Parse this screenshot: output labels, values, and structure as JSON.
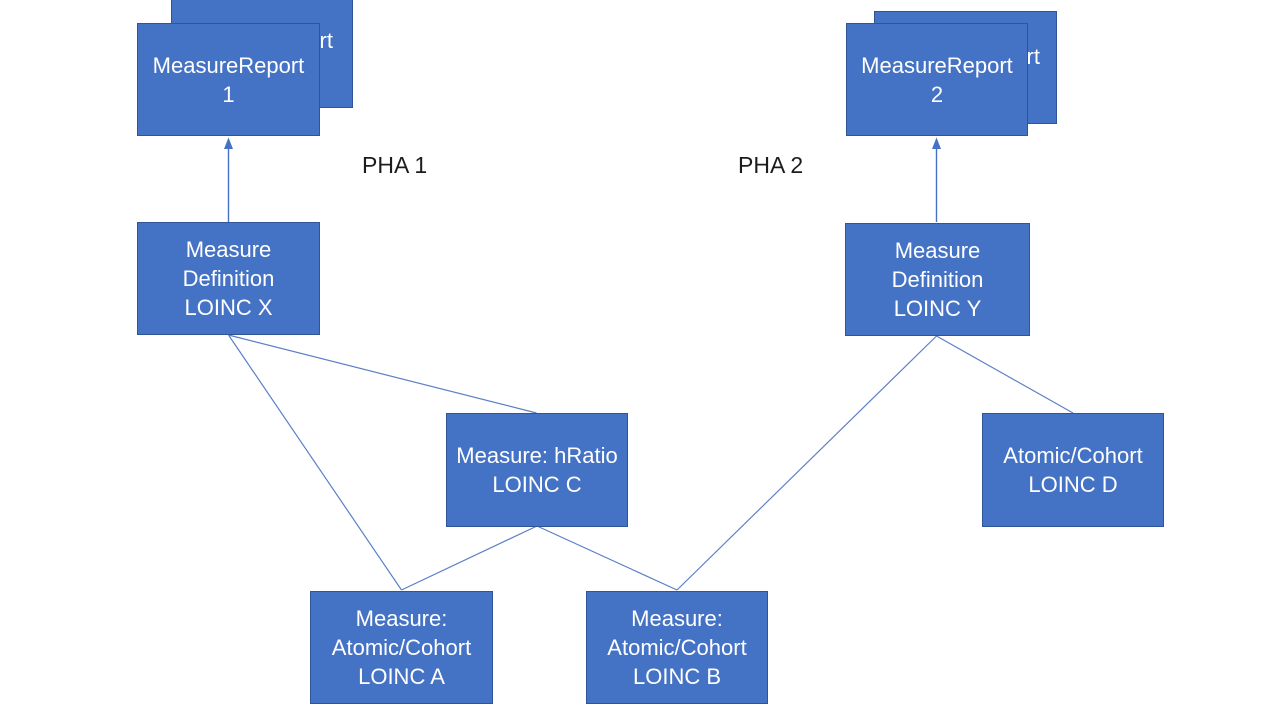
{
  "colors": {
    "background": "#ffffff",
    "box_fill": "#4472c4",
    "box_border": "#2f5597",
    "box_text": "#ffffff",
    "connector": "#5b7fc7",
    "arrow": "#4472c4",
    "label_text": "#1c1c1c"
  },
  "labels": {
    "pha1": "PHA 1",
    "pha2": "PHA 2"
  },
  "nodes": {
    "mr1_back": {
      "lines": [
        "MeasureReport"
      ]
    },
    "mr1": {
      "lines": [
        "MeasureReport",
        "1"
      ]
    },
    "mr2_back": {
      "lines": [
        "MeasureReport"
      ]
    },
    "mr2": {
      "lines": [
        "MeasureReport",
        "2"
      ]
    },
    "mdx": {
      "lines": [
        "Measure",
        "Definition",
        "LOINC X"
      ]
    },
    "mdy": {
      "lines": [
        "Measure",
        "Definition",
        "LOINC Y"
      ]
    },
    "hratio_c": {
      "lines": [
        "Measure: hRatio",
        "LOINC C"
      ]
    },
    "atomic_d": {
      "lines": [
        "Atomic/Cohort",
        "LOINC D"
      ]
    },
    "atomic_a": {
      "lines": [
        "Measure:",
        "Atomic/Cohort",
        "LOINC A"
      ]
    },
    "atomic_b": {
      "lines": [
        "Measure:",
        "Atomic/Cohort",
        "LOINC B"
      ]
    }
  },
  "edges": [
    {
      "from": "measure-definition-loinc-x",
      "to": "measure-report-1",
      "type": "arrow"
    },
    {
      "from": "measure-definition-loinc-y",
      "to": "measure-report-2",
      "type": "arrow"
    },
    {
      "from": "measure-definition-loinc-x",
      "to": "measure-hratio-loinc-c",
      "type": "line"
    },
    {
      "from": "measure-definition-loinc-x",
      "to": "measure-atomic-cohort-loinc-a",
      "type": "line"
    },
    {
      "from": "measure-hratio-loinc-c",
      "to": "measure-atomic-cohort-loinc-a",
      "type": "line"
    },
    {
      "from": "measure-hratio-loinc-c",
      "to": "measure-atomic-cohort-loinc-b",
      "type": "line"
    },
    {
      "from": "measure-definition-loinc-y",
      "to": "measure-atomic-cohort-loinc-b",
      "type": "line"
    },
    {
      "from": "measure-definition-loinc-y",
      "to": "atomic-cohort-loinc-d",
      "type": "line"
    }
  ]
}
